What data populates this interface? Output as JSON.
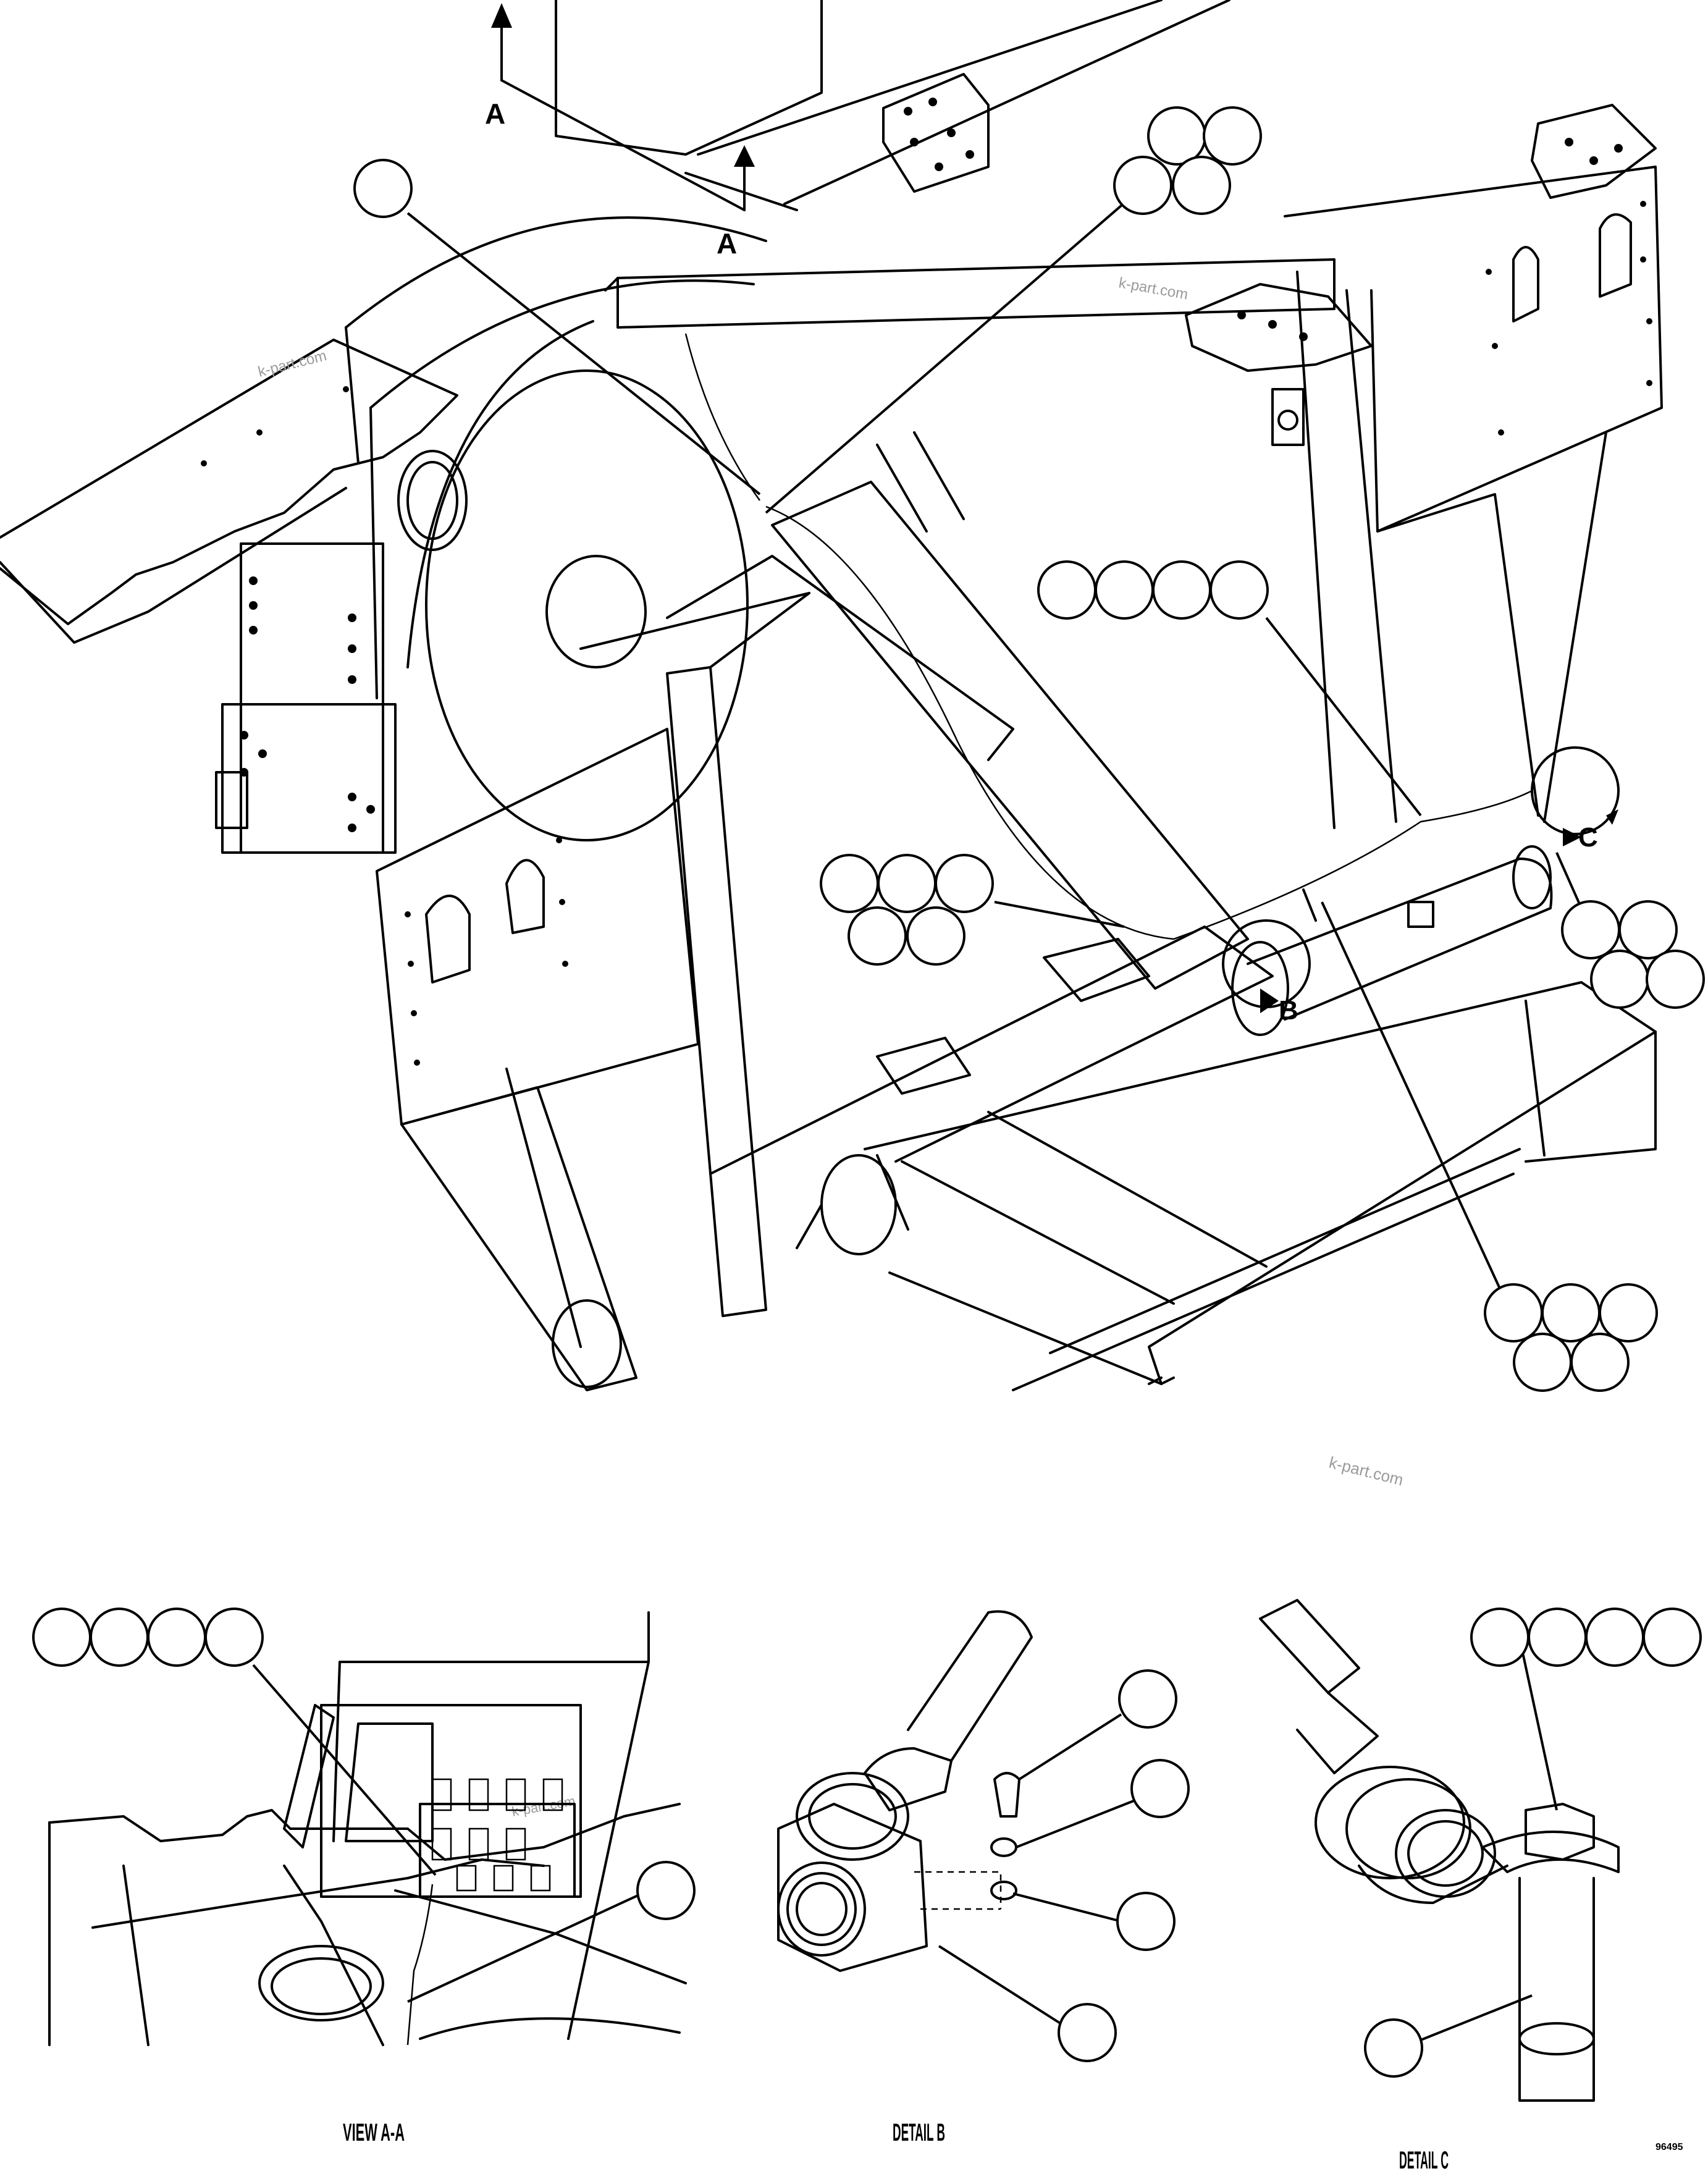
{
  "views": {
    "main": {
      "section_marker": "A",
      "section_marker_2": "A",
      "detail_b_marker": "B",
      "detail_c_marker": "C"
    },
    "view_a_a": {
      "caption": "VIEW A-A"
    },
    "detail_b": {
      "caption": "DETAIL B"
    },
    "detail_c": {
      "caption": "DETAIL C"
    }
  },
  "watermarks": [
    "k-part.com",
    "k-part.com",
    "k-part.com",
    "k-part.com"
  ],
  "drawing_number": "96495",
  "balloons": {
    "main": [
      {
        "group": "single-top-left",
        "count": 1
      },
      {
        "group": "cluster-top-center",
        "count": 4
      },
      {
        "group": "row-right",
        "count": 4
      },
      {
        "group": "cluster-center-left",
        "count": 5
      },
      {
        "group": "cluster-right",
        "count": 4
      },
      {
        "group": "cluster-bottom-right",
        "count": 5
      }
    ],
    "view_a_a": [
      {
        "group": "row",
        "count": 4
      },
      {
        "group": "single",
        "count": 1
      }
    ],
    "detail_b": [
      {
        "group": "single",
        "count": 4
      }
    ],
    "detail_c": [
      {
        "group": "row",
        "count": 4
      },
      {
        "group": "single",
        "count": 1
      }
    ]
  }
}
